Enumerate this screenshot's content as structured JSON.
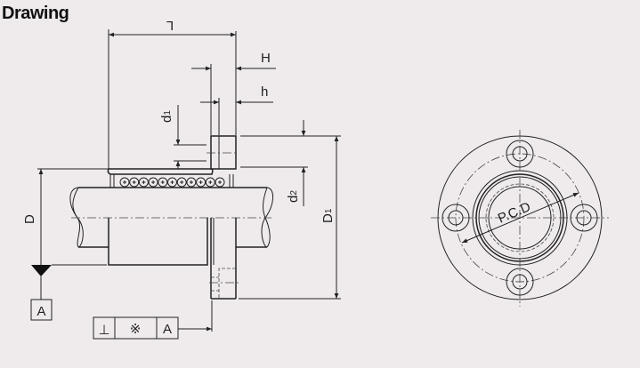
{
  "title": "Drawing",
  "dimensions": {
    "length": "L",
    "flange_thickness": "H",
    "counterbore_depth": "h",
    "d1": "d",
    "d1_sub": "1",
    "d2": "d",
    "d2_sub": "2",
    "shaft_dia": "D",
    "flange_dia": "D",
    "flange_dia_sub": "1",
    "pcd": "P.C.D"
  },
  "datum": {
    "label": "A"
  },
  "tolerance_frame": {
    "symbol": "⊥",
    "value": "※",
    "datum": "A"
  },
  "colors": {
    "background": "#efebec",
    "line": "#222222"
  }
}
